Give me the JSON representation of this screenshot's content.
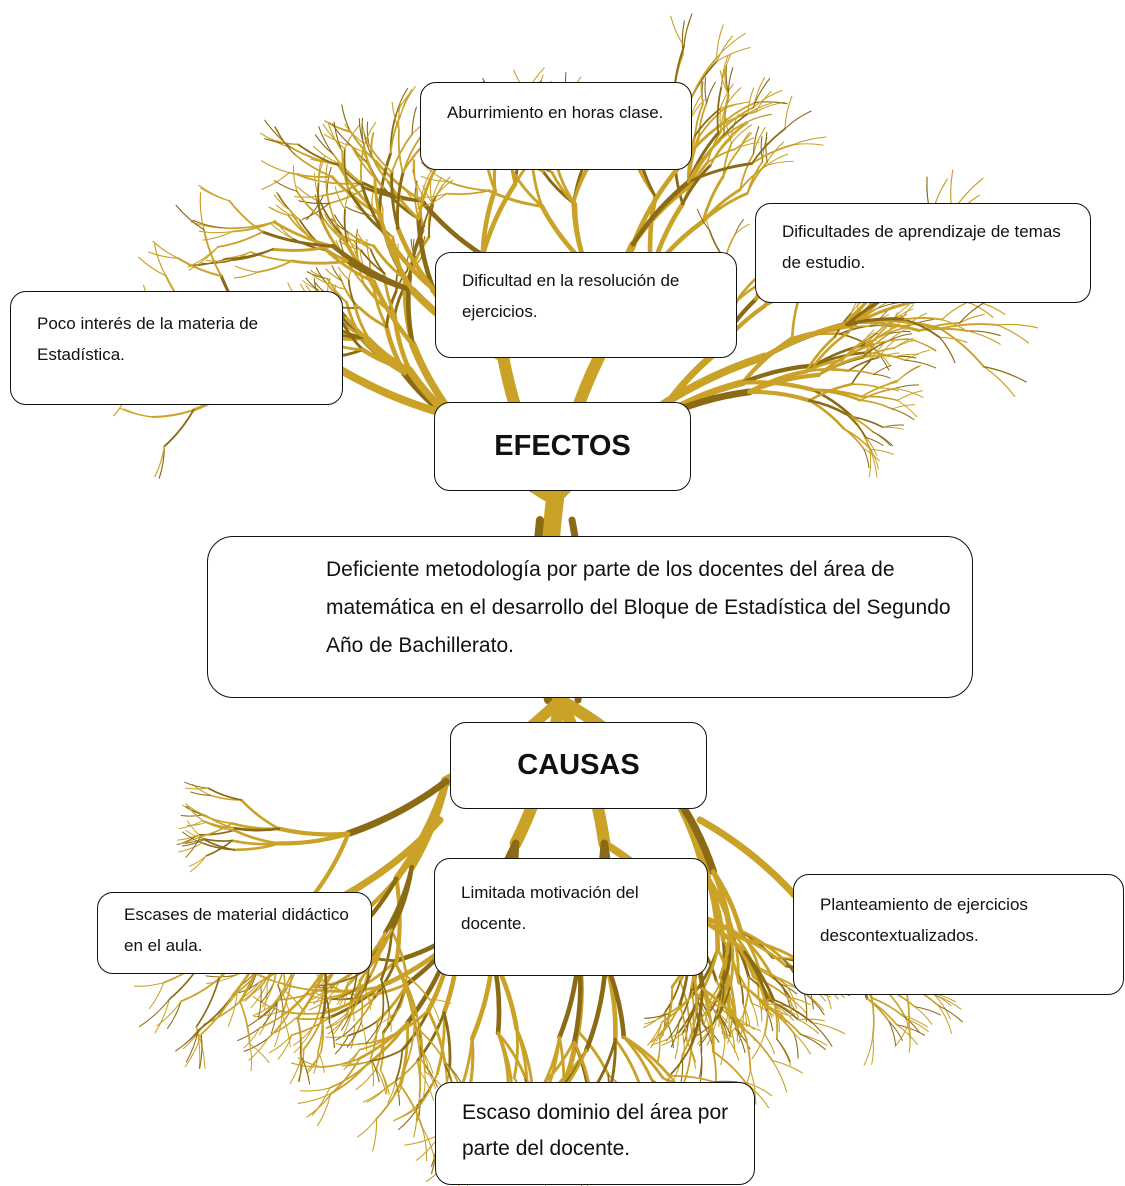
{
  "effects": {
    "heading": "EFECTOS",
    "items": [
      "Aburrimiento  en horas clase.",
      "Dificultades de aprendizaje de temas de estudio.",
      "Dificultad en la resolución de ejercicios.",
      "Poco interés de  la materia de Estadística."
    ]
  },
  "problem": "Deficiente metodología por parte de los docentes del área de matemática en el desarrollo del Bloque de Estadística del Segundo Año de Bachillerato.",
  "causes": {
    "heading": "CAUSAS",
    "items": [
      "Limitada motivación del docente.",
      "Escases de material didáctico en el aula.",
      "Planteamiento de ejercicios descontextualizados.",
      "Escaso dominio del área por parte del docente."
    ]
  },
  "colors": {
    "tree": "#c9a227",
    "tree_dark": "#8a6a14",
    "border": "#111111"
  }
}
